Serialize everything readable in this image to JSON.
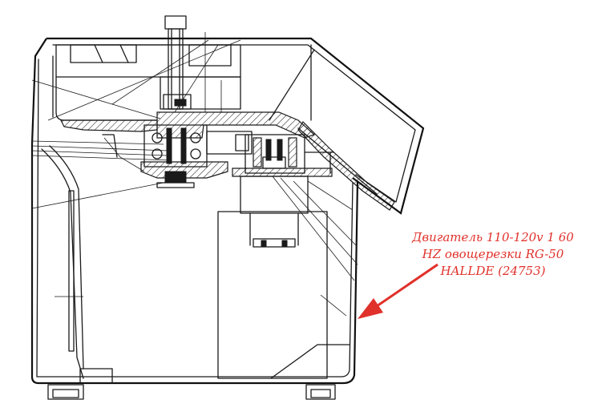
{
  "annotation": {
    "lines": [
      "Двигатель 110-120v 1 60",
      "HZ овощерезки RG-50",
      "HALLDE (24753)"
    ],
    "color": "#e0312b"
  },
  "colors": {
    "line": "#1a1a1a",
    "background": "#ffffff",
    "arrow": "#e0312b"
  }
}
